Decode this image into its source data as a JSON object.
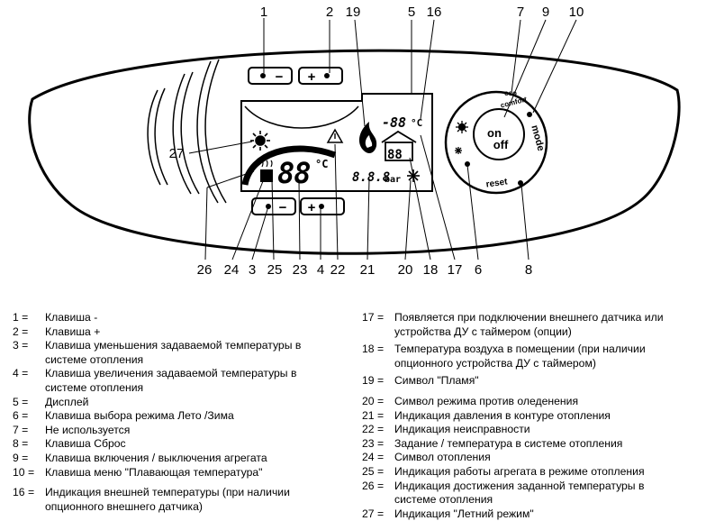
{
  "callouts": {
    "c1": "1",
    "c2": "2",
    "c3": "3",
    "c4": "4",
    "c5": "5",
    "c6": "6",
    "c7": "7",
    "c8": "8",
    "c9": "9",
    "c10": "10",
    "c16": "16",
    "c17": "17",
    "c18": "18",
    "c19": "19",
    "c20": "20",
    "c21": "21",
    "c22": "22",
    "c23": "23",
    "c24": "24",
    "c25": "25",
    "c26": "26",
    "c27": "27"
  },
  "display": {
    "ext_temp": "-88",
    "ext_unit": "°C",
    "main_temp": "88",
    "main_unit": "°C",
    "pressure": "8.8.8",
    "pressure_unit": "bar"
  },
  "buttons": {
    "minus": "−",
    "plus": "+",
    "eco": "eco",
    "comfort": "comfort",
    "on": "on",
    "off": "off",
    "mode": "mode",
    "reset": "reset"
  },
  "legend_left": [
    {
      "num": "1 =",
      "text": "Клавиша -"
    },
    {
      "num": "2 =",
      "text": "Клавиша +"
    },
    {
      "num": "3 =",
      "text": "Клавиша уменьшения задаваемой  температуры в системе отопления"
    },
    {
      "num": "4 =",
      "text": "Клавиша увеличения задаваемой  температуры в системе отопления"
    },
    {
      "num": "5 =",
      "text": "Дисплей"
    },
    {
      "num": "6 =",
      "text": "Клавиша выбора режима Лето /Зима"
    },
    {
      "num": "7 =",
      "text": "Не используется"
    },
    {
      "num": "8 =",
      "text": "Клавиша Сброс"
    },
    {
      "num": "9 =",
      "text": "Клавиша включения / выключения  агрегата"
    },
    {
      "num": "10 =",
      "text": "Клавиша меню \"Плавающая температура\""
    },
    {
      "num": "16 =",
      "text": "Индикация внешней температуры (при   наличии опционного внешнего датчика)"
    }
  ],
  "legend_right": [
    {
      "num": "17 =",
      "text": "Появляется при подключении внешнего датчика или устройства ДУ с таймером (опции)"
    },
    {
      "num": "18 =",
      "text": "Температура воздуха в помещении  (при наличии опционного устройства ДУ  с таймером)"
    },
    {
      "num": "19 =",
      "text": "Символ \"Пламя\""
    },
    {
      "num": "20 =",
      "text": "Символ режима против оледенения"
    },
    {
      "num": "21 =",
      "text": "Индикация давления в контуре  отопления"
    },
    {
      "num": "22 =",
      "text": "Индикация неисправности"
    },
    {
      "num": "23 =",
      "text": "Задание / температура в  системе отопления"
    },
    {
      "num": "24 =",
      "text": "Символ отопления"
    },
    {
      "num": "25 =",
      "text": "Индикация работы агрегата в режиме отопления"
    },
    {
      "num": "26 =",
      "text": "Индикация достижения заданной  температуры в системе отопления"
    },
    {
      "num": "27 =",
      "text": "Индикация \"Летний режим\""
    }
  ]
}
